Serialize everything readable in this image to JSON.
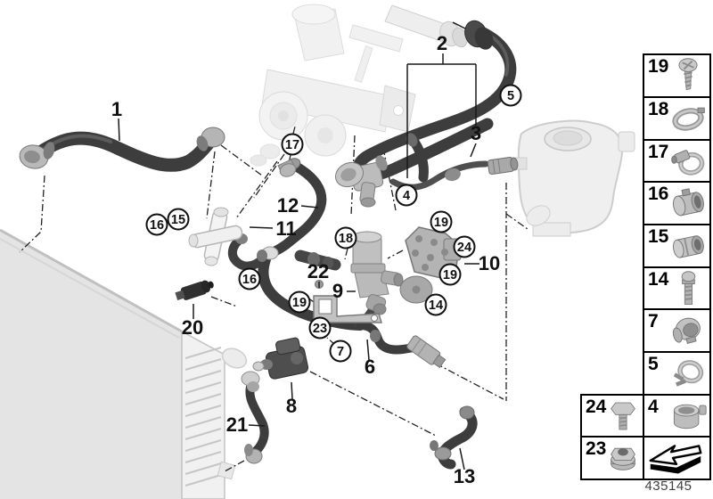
{
  "figure": {
    "part_number": "435145",
    "background": "#ffffff",
    "colors": {
      "hose_dark": "#3d3d3d",
      "metal_gray": "#b5b5b5",
      "faded_part": "#ececec",
      "line": "#1a1a1a"
    }
  },
  "callouts": {
    "plain": [
      "1",
      "2",
      "3",
      "12",
      "11",
      "22",
      "9",
      "10",
      "20",
      "8",
      "21",
      "6",
      "13"
    ],
    "circled": [
      "17",
      "15",
      "16",
      "5",
      "4",
      "18",
      "19",
      "24",
      "19",
      "16",
      "19",
      "14",
      "23",
      "7"
    ]
  },
  "legend": {
    "right_column": [
      {
        "num": "19",
        "icon": "screw-icon"
      },
      {
        "num": "18",
        "icon": "hose-clamp-icon"
      },
      {
        "num": "17",
        "icon": "screw-clamp-icon"
      },
      {
        "num": "16",
        "icon": "quick-coupling-icon"
      },
      {
        "num": "15",
        "icon": "quick-coupling-icon"
      },
      {
        "num": "14",
        "icon": "long-bolt-icon"
      },
      {
        "num": "7",
        "icon": "coupling-ring-icon"
      },
      {
        "num": "5",
        "icon": "spring-clamp-icon"
      },
      {
        "num": "4",
        "icon": "collar-ring-icon"
      }
    ],
    "left_column": [
      {
        "num": "24",
        "icon": "hex-bolt-icon"
      },
      {
        "num": "23",
        "icon": "flange-nut-icon"
      }
    ],
    "arrow_box": {
      "icon": "direction-arrow-icon"
    }
  }
}
